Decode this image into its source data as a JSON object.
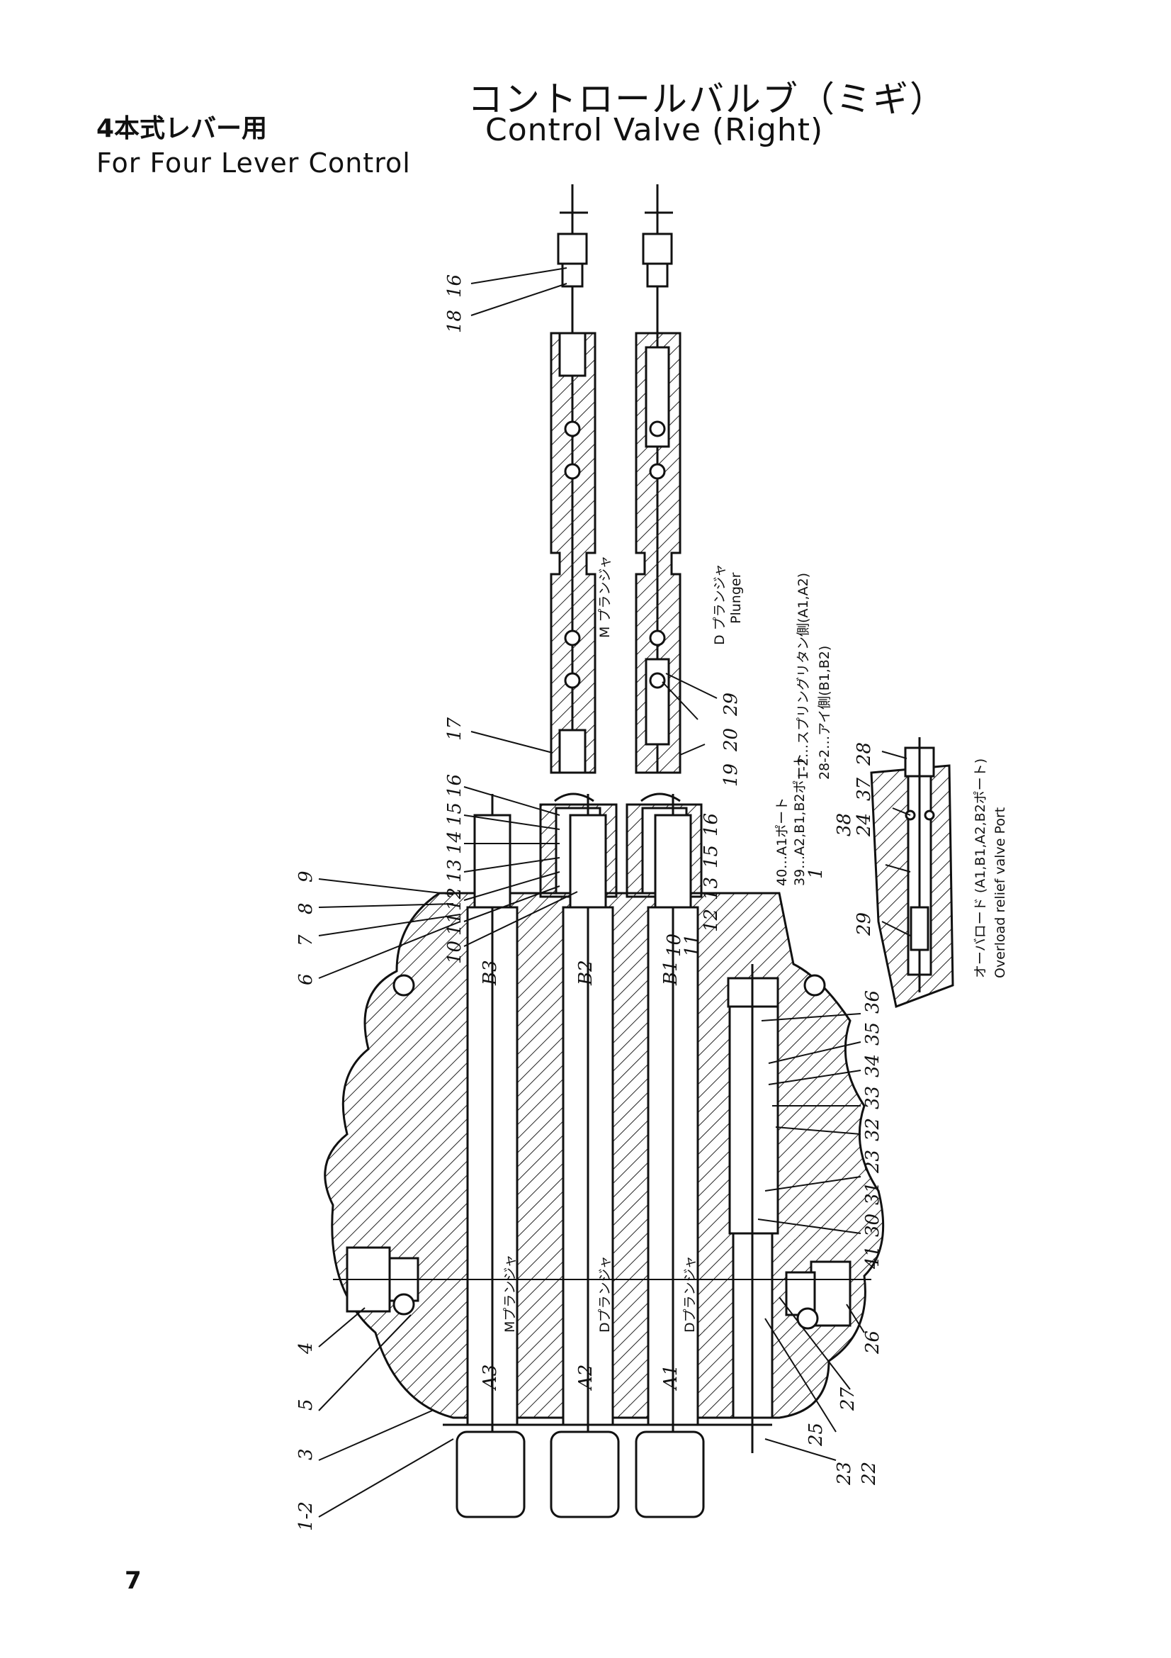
{
  "header": {
    "title_jp": "コントロールバルブ（ミギ）",
    "title_en": "Control  Valve (Right)",
    "subtitle_jp": "4本式レバー用",
    "subtitle_en": "For Four Lever Control"
  },
  "page_number": "7",
  "annotations": {
    "m_plunger": "M プランジャ",
    "d_plunger": "D プランジャ",
    "plunger_en": "Plunger",
    "spring_side": "1-2…スプリングリタン側(A1,A2)",
    "eye_side": "28-2…アイ側(B1,B2)",
    "port_a1": "40…A1ポート",
    "port_a2b": "39…A2,B1,B2ポート",
    "overload_jp": "オーバロード (A1,B1,A2,B2ポート)",
    "overload_en": "Overload relief valve   Port"
  },
  "port_labels": [
    "B3",
    "B2",
    "B1",
    "A3",
    "A2",
    "A1"
  ],
  "plunger_body_labels": [
    "Mプランジャ",
    "Dプランジャ",
    "Dプランジャ"
  ],
  "callouts": {
    "top_rod": [
      "18",
      "16"
    ],
    "m_plunger": [
      "17"
    ],
    "d_plunger": [
      "29",
      "20",
      "19"
    ],
    "seal_left": [
      "16",
      "15",
      "14",
      "13",
      "12",
      "11",
      "10"
    ],
    "seal_right": [
      "16",
      "15",
      "13",
      "12",
      "11",
      "10"
    ],
    "relief": [
      "28",
      "37",
      "24",
      "38",
      "29",
      "1"
    ],
    "body_left": [
      "9",
      "8",
      "7",
      "6",
      "4",
      "5",
      "3",
      "1-2"
    ],
    "body_right": [
      "36",
      "35",
      "34",
      "33",
      "32",
      "23",
      "31",
      "30",
      "41",
      "26",
      "27",
      "25",
      "23",
      "22"
    ]
  }
}
